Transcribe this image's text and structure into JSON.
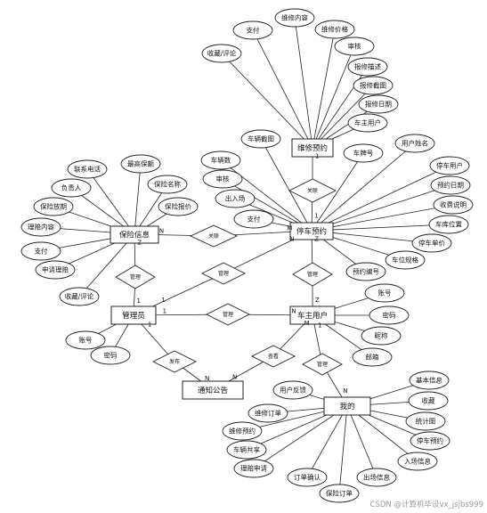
{
  "entities": [
    {
      "id": "maint",
      "label": "维修预约"
    },
    {
      "id": "park",
      "label": "停车预约"
    },
    {
      "id": "ins",
      "label": "保险信息"
    },
    {
      "id": "admin",
      "label": "管理员"
    },
    {
      "id": "owner",
      "label": "车主用户"
    },
    {
      "id": "notice",
      "label": "通知公告"
    },
    {
      "id": "mine",
      "label": "我的"
    }
  ],
  "attributes": [
    {
      "label": "支付",
      "of": "maint"
    },
    {
      "label": "维修内容",
      "of": "maint"
    },
    {
      "label": "维修价格",
      "of": "maint"
    },
    {
      "label": "收藏/评论",
      "of": "maint"
    },
    {
      "label": "审核",
      "of": "maint"
    },
    {
      "label": "报修描述",
      "of": "maint"
    },
    {
      "label": "报修截图",
      "of": "maint"
    },
    {
      "label": "报修日期",
      "of": "maint"
    },
    {
      "label": "车主用户",
      "of": "maint"
    },
    {
      "label": "车辆截图",
      "of": "park"
    },
    {
      "label": "车辆数",
      "of": "park"
    },
    {
      "label": "审核",
      "of": "park"
    },
    {
      "label": "出入场",
      "of": "park"
    },
    {
      "label": "支付",
      "of": "park"
    },
    {
      "label": "车牌号",
      "of": "park"
    },
    {
      "label": "用户姓名",
      "of": "park"
    },
    {
      "label": "停车用户",
      "of": "park"
    },
    {
      "label": "预约日期",
      "of": "park"
    },
    {
      "label": "收费说明",
      "of": "park"
    },
    {
      "label": "车库位置",
      "of": "park"
    },
    {
      "label": "停车单价",
      "of": "park"
    },
    {
      "label": "车位规格",
      "of": "park"
    },
    {
      "label": "预约编号",
      "of": "park"
    },
    {
      "label": "联系电话",
      "of": "ins"
    },
    {
      "label": "最高保额",
      "of": "ins"
    },
    {
      "label": "负责人",
      "of": "ins"
    },
    {
      "label": "保险名称",
      "of": "ins"
    },
    {
      "label": "保险报价",
      "of": "ins"
    },
    {
      "label": "保险放期",
      "of": "ins"
    },
    {
      "label": "理赔内容",
      "of": "ins"
    },
    {
      "label": "支付",
      "of": "ins"
    },
    {
      "label": "申请理赔",
      "of": "ins"
    },
    {
      "label": "收藏/评论",
      "of": "ins"
    },
    {
      "label": "账号",
      "of": "admin"
    },
    {
      "label": "密码",
      "of": "admin"
    },
    {
      "label": "账号",
      "of": "owner"
    },
    {
      "label": "密码",
      "of": "owner"
    },
    {
      "label": "昵称",
      "of": "owner"
    },
    {
      "label": "邮箱",
      "of": "owner"
    },
    {
      "label": "基本信息",
      "of": "mine"
    },
    {
      "label": "用户反馈",
      "of": "mine"
    },
    {
      "label": "收藏",
      "of": "mine"
    },
    {
      "label": "维修订单",
      "of": "mine"
    },
    {
      "label": "统计图",
      "of": "mine"
    },
    {
      "label": "维修预约",
      "of": "mine"
    },
    {
      "label": "停车预约",
      "of": "mine"
    },
    {
      "label": "车辆共享",
      "of": "mine"
    },
    {
      "label": "入场信息",
      "of": "mine"
    },
    {
      "label": "理赔申请",
      "of": "mine"
    },
    {
      "label": "订单确认",
      "of": "mine"
    },
    {
      "label": "出场信息",
      "of": "mine"
    },
    {
      "label": "保险订单",
      "of": "mine"
    }
  ],
  "relationships": [
    {
      "label": "关联",
      "between": [
        "maint",
        "park"
      ],
      "cards": [
        "1",
        "1"
      ]
    },
    {
      "label": "关联",
      "between": [
        "ins",
        "park"
      ],
      "cards": [
        "N",
        "M"
      ]
    },
    {
      "label": "管理",
      "between": [
        "ins",
        "admin"
      ],
      "cards": [
        "Z",
        "1"
      ]
    },
    {
      "label": "管理",
      "between": [
        "admin",
        "park"
      ],
      "cards": [
        "1",
        "N"
      ]
    },
    {
      "label": "管理",
      "between": [
        "admin",
        "owner"
      ],
      "cards": [
        "1",
        "N"
      ]
    },
    {
      "label": "管理",
      "between": [
        "owner",
        "park"
      ],
      "cards": [
        "Z",
        "Z"
      ]
    },
    {
      "label": "发布",
      "between": [
        "admin",
        "notice"
      ],
      "cards": [
        "1",
        "N"
      ]
    },
    {
      "label": "查看",
      "between": [
        "owner",
        "notice"
      ],
      "cards": [
        "M",
        "N"
      ]
    },
    {
      "label": "管理",
      "between": [
        "owner",
        "mine"
      ],
      "cards": [
        "1",
        "N"
      ]
    }
  ],
  "watermark": "CSDN @计算机毕设vx_jsjbs999"
}
